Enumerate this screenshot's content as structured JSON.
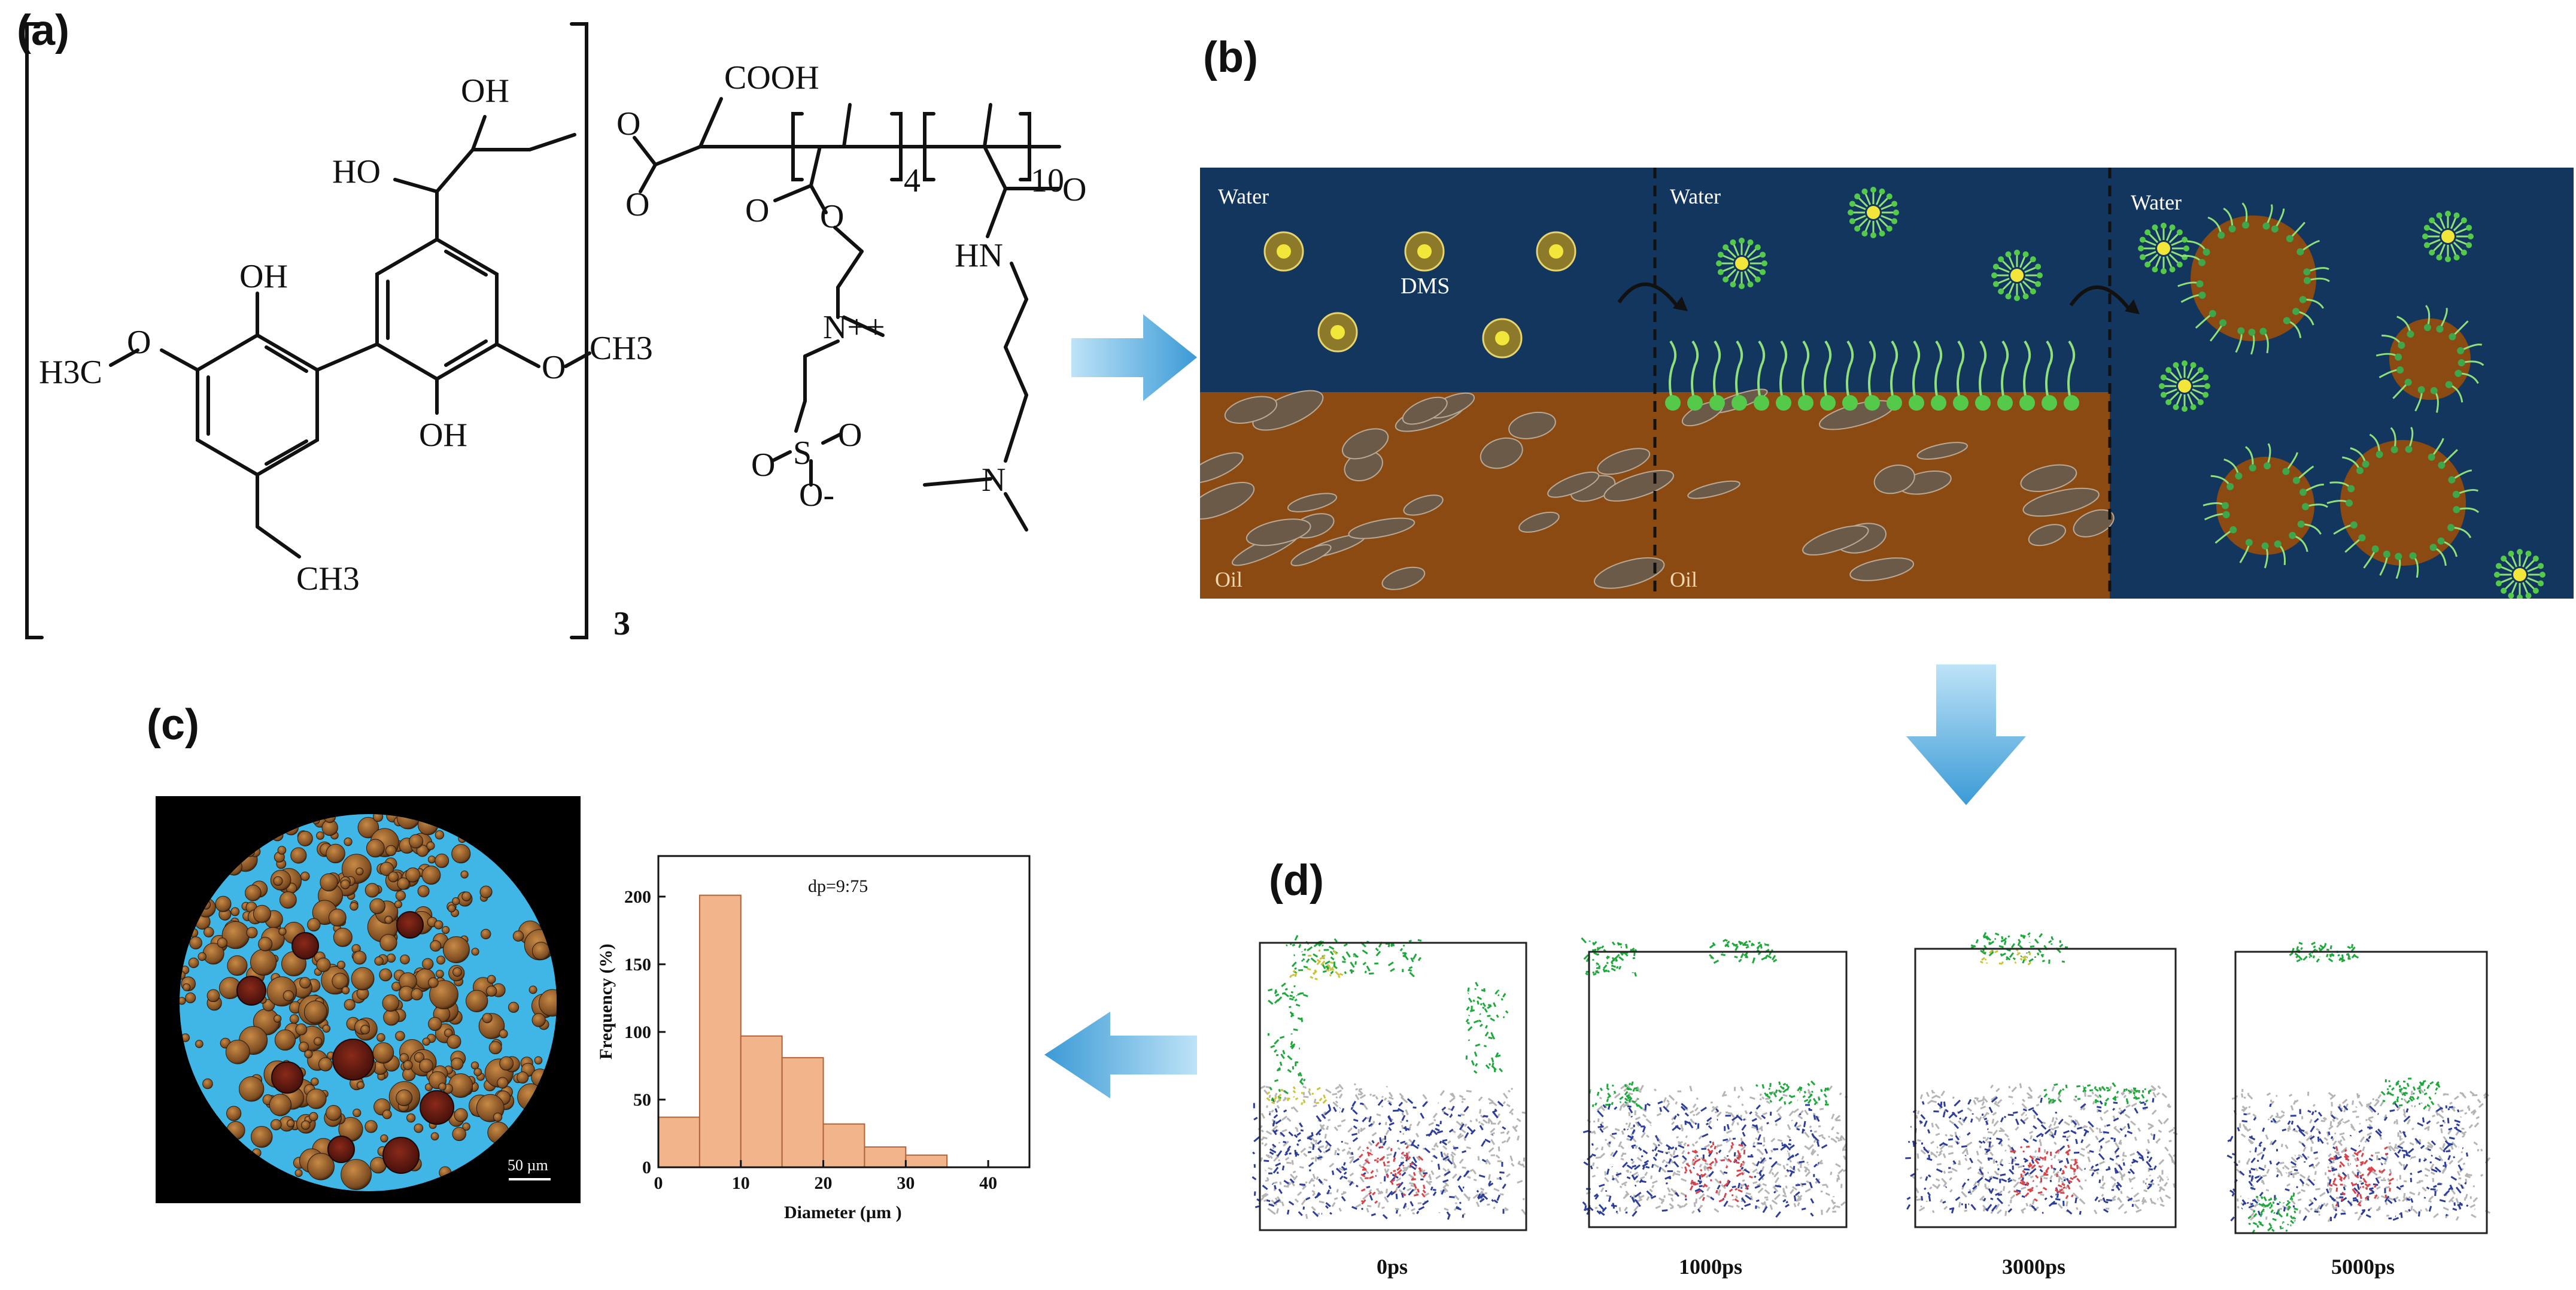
{
  "panel_labels": {
    "a": "(a)",
    "b": "(b)",
    "c": "(c)",
    "d": "(d)"
  },
  "panel_a": {
    "groups": {
      "oh_top": "OH",
      "ho_left": "HO",
      "oh_ring1": "OH",
      "oh_ring2": "OH",
      "h3c": "H3C",
      "ch3_right": "CH3",
      "ch3_bottom": "CH3",
      "cooh": "COOH",
      "o_ester": "O",
      "o_carbonyl1": "O",
      "o_carbonyl2": "O",
      "o_carbonyl3": "O",
      "o_ether1": "O",
      "o_ether2": "O",
      "n_plus": "N++",
      "sulfonate_s": "S",
      "sulfonate_o1": "O",
      "sulfonate_o2": "O",
      "sulfonate_om": "O-",
      "hn": "HN",
      "n_amine": "N"
    },
    "subscripts": {
      "bracket_outer": "3",
      "block_4": "4",
      "block_10": "10"
    }
  },
  "panel_b": {
    "labels": {
      "water1": "Water",
      "water2": "Water",
      "water3": "Water",
      "dms": "DMS",
      "oil1": "Oil",
      "oil2": "Oil"
    },
    "colors": {
      "water": "#13365e",
      "oil": "#8a4a12",
      "surfactant": "#8fe07a",
      "dms_core": "#f3e63a"
    }
  },
  "panel_c": {
    "scale_bar": "50 µm",
    "annotation": "dp=9:75"
  },
  "panel_d": {
    "time_labels": [
      "0ps",
      "1000ps",
      "3000ps",
      "5000ps"
    ],
    "colors": {
      "oil": "#b5b5b5",
      "surfactant": "#1fa83c",
      "tail": "#c9c43a",
      "asphaltene": "#2c3e9a",
      "resin": "#d9444a"
    }
  },
  "arrows": {
    "color": "#5aafe0"
  },
  "chart_data": {
    "type": "bar",
    "title": "",
    "xlabel": "Diameter (µm )",
    "ylabel": "Frequency (%)",
    "annotation": "dp=9:75",
    "bin_edges": [
      0,
      5,
      10,
      15,
      20,
      25,
      30,
      35
    ],
    "values": [
      37,
      201,
      97,
      81,
      32,
      15,
      9
    ],
    "xlim": [
      0,
      45
    ],
    "ylim": [
      0,
      230
    ],
    "xticks": [
      0,
      10,
      20,
      30,
      40
    ],
    "yticks": [
      0,
      50,
      100,
      150,
      200
    ],
    "bar_color": "#f2b48a",
    "grid": false
  }
}
